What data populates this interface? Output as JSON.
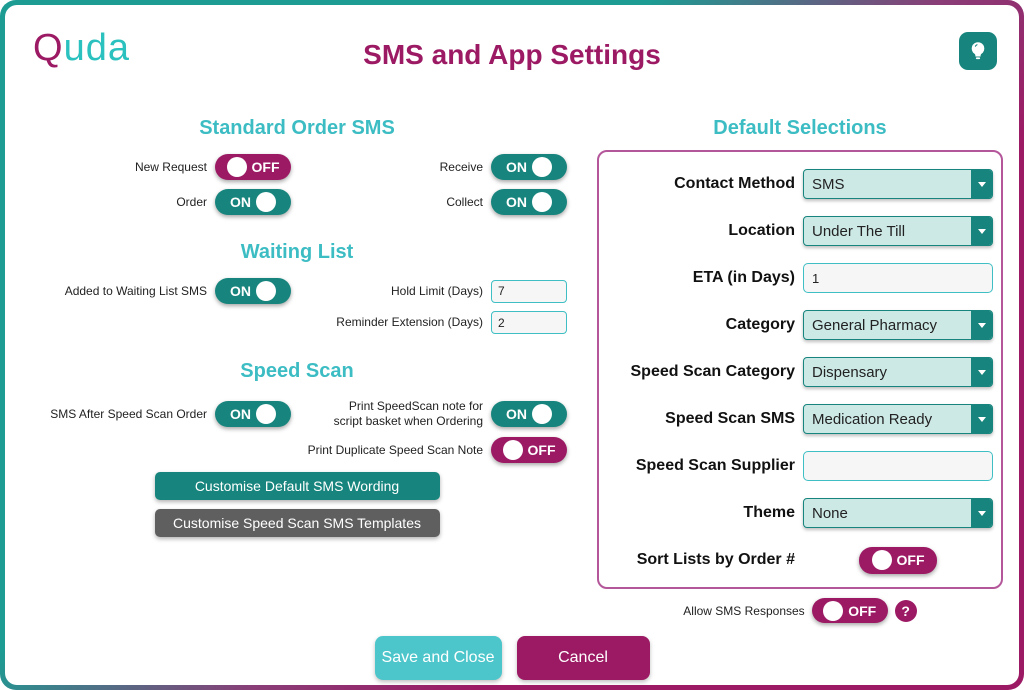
{
  "window": {
    "logo_q": "Q",
    "logo_rest": "uda",
    "title": "SMS and App Settings"
  },
  "sections": {
    "standard_order_sms": {
      "heading": "Standard Order SMS",
      "new_request": {
        "label": "New Request",
        "state": "OFF"
      },
      "receive": {
        "label": "Receive",
        "state": "ON"
      },
      "order": {
        "label": "Order",
        "state": "ON"
      },
      "collect": {
        "label": "Collect",
        "state": "ON"
      }
    },
    "waiting_list": {
      "heading": "Waiting List",
      "added_to_waiting_list": {
        "label": "Added to Waiting List SMS",
        "state": "ON"
      },
      "hold_limit": {
        "label": "Hold Limit (Days)",
        "value": "7"
      },
      "reminder_extension": {
        "label": "Reminder Extension (Days)",
        "value": "2"
      }
    },
    "speed_scan": {
      "heading": "Speed Scan",
      "sms_after_order": {
        "label": "SMS After Speed Scan Order",
        "state": "ON"
      },
      "print_note": {
        "label": "Print SpeedScan note for script basket when Ordering",
        "state": "ON"
      },
      "print_duplicate": {
        "label": "Print Duplicate Speed Scan Note",
        "state": "OFF"
      },
      "customise_default_button": "Customise Default SMS Wording",
      "customise_templates_button": "Customise Speed Scan SMS Templates"
    },
    "default_selections": {
      "heading": "Default Selections",
      "contact_method": {
        "label": "Contact Method",
        "value": "SMS"
      },
      "location": {
        "label": "Location",
        "value": "Under The Till"
      },
      "eta": {
        "label": "ETA (in Days)",
        "value": "1"
      },
      "category": {
        "label": "Category",
        "value": "General Pharmacy"
      },
      "speed_scan_category": {
        "label": "Speed Scan Category",
        "value": "Dispensary"
      },
      "speed_scan_sms": {
        "label": "Speed Scan SMS",
        "value": "Medication Ready"
      },
      "speed_scan_supplier": {
        "label": "Speed Scan Supplier",
        "value": ""
      },
      "theme": {
        "label": "Theme",
        "value": "None"
      },
      "sort_lists": {
        "label": "Sort Lists by Order #",
        "state": "OFF"
      }
    }
  },
  "footer": {
    "allow_sms_responses": {
      "label": "Allow SMS Responses",
      "state": "OFF"
    },
    "help_icon": "?",
    "save_button": "Save and Close",
    "cancel_button": "Cancel"
  },
  "colors": {
    "teal_dark": "#17857D",
    "teal_heading": "#3CBCC3",
    "teal_logo": "#2BC1BE",
    "magenta": "#9C1A64",
    "save_button": "#4DC6CB",
    "gray_button": "#5F5F5F",
    "dropdown_bg": "#CDE9E6",
    "box_border": "#B4579A"
  }
}
